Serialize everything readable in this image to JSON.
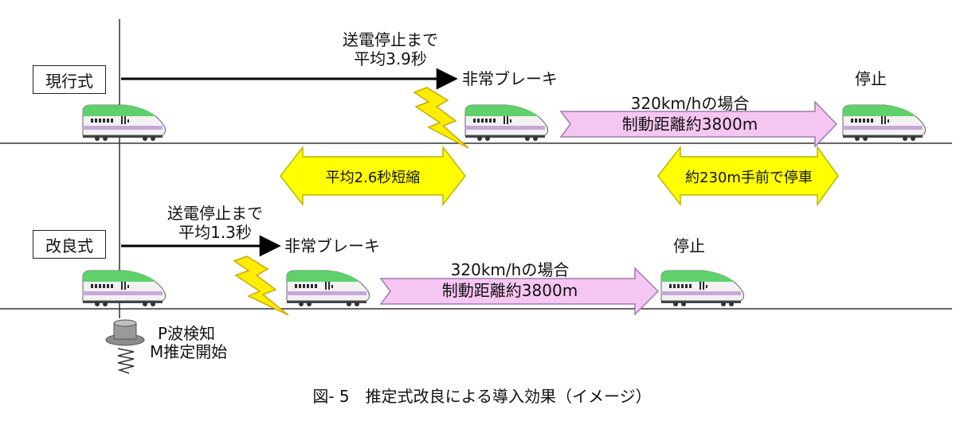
{
  "current": {
    "label": "現行式",
    "delay_line1": "送電停止まで",
    "delay_line2": "平均3.9秒",
    "brake": "非常ブレーキ",
    "stop": "停止",
    "distance_line1": "320km/hの場合",
    "distance_line2": "制動距離約3800m"
  },
  "improved": {
    "label": "改良式",
    "delay_line1": "送電停止まで",
    "delay_line2": "平均1.3秒",
    "brake": "非常ブレーキ",
    "stop": "停止",
    "distance_line1": "320km/hの場合",
    "distance_line2": "制動距離約3800m"
  },
  "comparison": {
    "time_saved": "平均2.6秒短縮",
    "stop_earlier": "約230m手前で停車"
  },
  "sensor": {
    "line1": "P波検知",
    "line2": "M推定開始"
  },
  "caption": "図- 5　推定式改良による導入効果（イメージ）",
  "colors": {
    "train_green": "#5fd06a",
    "train_body": "#f2f2f2",
    "train_stripe": "#c9a6d9",
    "pink_arrow": "#f6c6f2",
    "yellow_arrow": "#ffff00",
    "lightning": "#ffee00"
  }
}
